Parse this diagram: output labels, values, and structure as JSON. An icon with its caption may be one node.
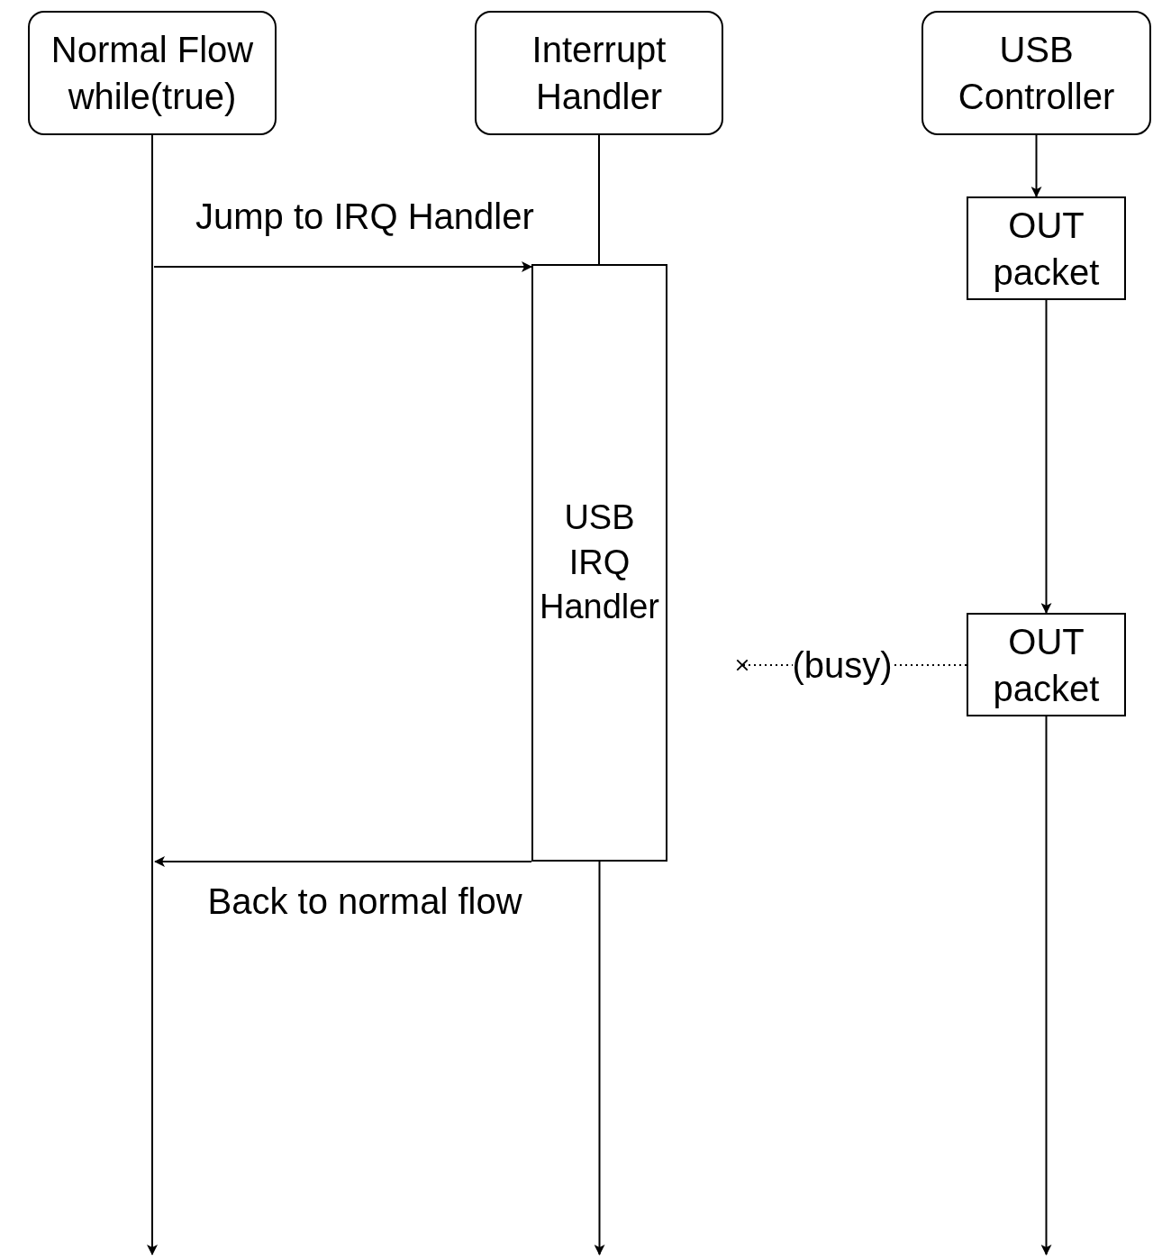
{
  "diagram": {
    "nodes": [
      {
        "text": [
          "Normal Flow while(true)"
        ]
      },
      {
        "text": [
          "Interrupt Handler"
        ]
      },
      {
        "text": [
          "USB Controller"
        ]
      },
      {
        "text": [
          "OUT packet"
        ]
      },
      {
        "text": [
          "USB IRQ Handler"
        ]
      },
      {
        "text": [
          "OUT packet"
        ]
      }
    ],
    "edges": [
      {
        "from": 0,
        "to": null,
        "arrow": "to"
      },
      {
        "from": 1,
        "to": 4,
        "arrow": "none"
      },
      {
        "from": 4,
        "to": null,
        "arrow": "to"
      },
      {
        "from": 2,
        "to": 3,
        "arrow": "to"
      },
      {
        "from": 3,
        "to": 5,
        "arrow": "to"
      },
      {
        "from": 5,
        "to": null,
        "arrow": "to"
      },
      {
        "from": null,
        "to": 4,
        "arrow": "to",
        "label": "Jump to IRQ Handler"
      },
      {
        "from": 4,
        "to": null,
        "arrow": "to",
        "label": "Back to normal flow"
      },
      {
        "from": 5,
        "to": null,
        "arrow": "other",
        "label": "(busy)",
        "style": "dashed"
      }
    ]
  }
}
